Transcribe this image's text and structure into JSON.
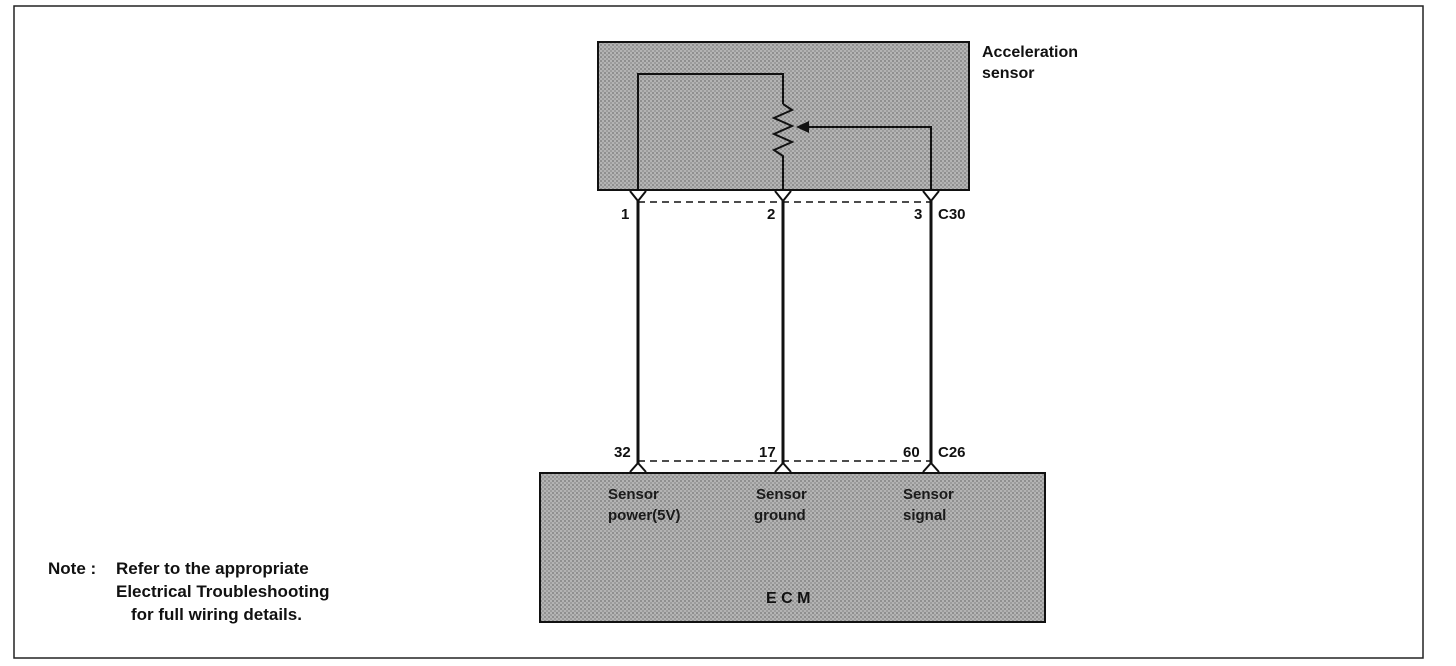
{
  "sensor": {
    "title_line1": "Acceleration",
    "title_line2": "sensor",
    "connector": "C30",
    "pins": [
      "1",
      "2",
      "3"
    ]
  },
  "ecm": {
    "label": "E C M",
    "connector": "C26",
    "pins": [
      "32",
      "17",
      "60"
    ],
    "functions": [
      {
        "line1": "Sensor",
        "line2": "power(5V)"
      },
      {
        "line1": "Sensor",
        "line2": "ground"
      },
      {
        "line1": "Sensor",
        "line2": "signal"
      }
    ]
  },
  "note": {
    "prefix": "Note :",
    "line1": "Refer to the appropriate",
    "line2": "Electrical Troubleshooting",
    "line3": "for full wiring details."
  },
  "colors": {
    "box_fill": "#a9a9a9",
    "line": "#111111"
  }
}
